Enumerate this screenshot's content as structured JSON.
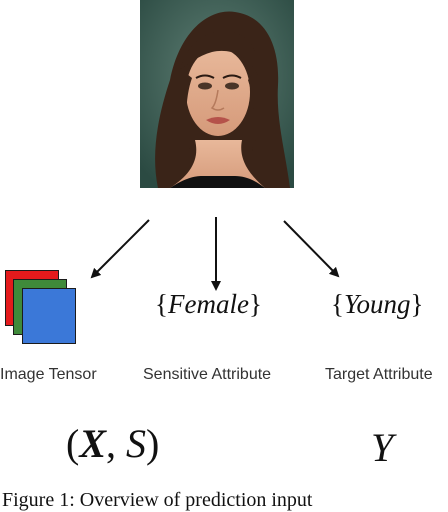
{
  "portrait": {
    "description": "photo-of-woman",
    "icon": "portrait-photo"
  },
  "tensor": {
    "icon": "rgb-image-tensor",
    "colors": [
      "#e41a1c",
      "#3f8a3a",
      "#3b78d8"
    ]
  },
  "attributes": {
    "sensitive_open": "{",
    "sensitive_value": "Female",
    "sensitive_close": "}",
    "target_open": "{",
    "target_value": "Young",
    "target_close": "}"
  },
  "labels": {
    "image_tensor": "Image Tensor",
    "sensitive_attribute": "Sensitive Attribute",
    "target_attribute": "Target Attribute"
  },
  "math": {
    "open_paren": "(",
    "x": "X",
    "comma": ", ",
    "s": "S",
    "close_paren": ")",
    "y": "Y"
  },
  "caption": "Figure 1: Overview of prediction input"
}
